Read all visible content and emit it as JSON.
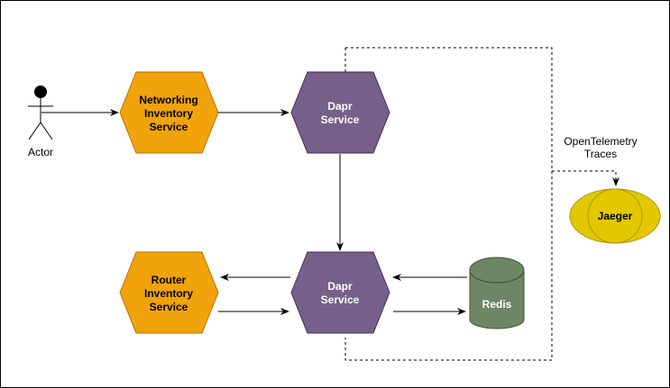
{
  "colors": {
    "orange_fill": "#f0a30a",
    "orange_stroke": "#bd7000",
    "purple_fill": "#76608a",
    "purple_stroke": "#432d57",
    "green_fill": "#6d8764",
    "green_stroke": "#3a5431",
    "jaeger_fill": "#e3c800",
    "jaeger_stroke": "#b09500",
    "line": "#000000"
  },
  "nodes": {
    "actor": {
      "label": "Actor"
    },
    "networking": {
      "line1": "Networking",
      "line2": "Inventory",
      "line3": "Service"
    },
    "dapr_top": {
      "line1": "Dapr",
      "line2": "Service"
    },
    "dapr_bottom": {
      "line1": "Dapr",
      "line2": "Service"
    },
    "router": {
      "line1": "Router",
      "line2": "Inventory",
      "line3": "Service"
    },
    "redis": {
      "label": "Redis"
    },
    "jaeger": {
      "label": "Jaeger"
    }
  },
  "annotations": {
    "otel_line1": "OpenTelemetry",
    "otel_line2": "Traces"
  }
}
